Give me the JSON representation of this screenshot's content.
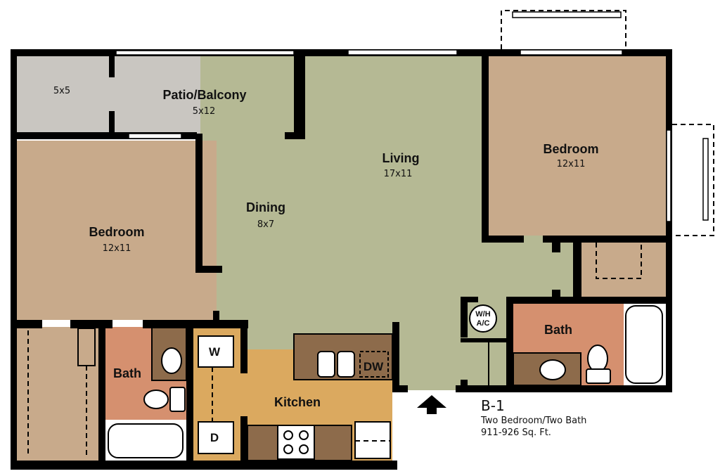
{
  "plan": {
    "rooms": {
      "patio_small": {
        "dim": "5x5"
      },
      "patio": {
        "label": "Patio/Balcony",
        "dim": "5x12"
      },
      "living": {
        "label": "Living",
        "dim": "17x11"
      },
      "dining": {
        "label": "Dining",
        "dim": "8x7"
      },
      "bedroom_left": {
        "label": "Bedroom",
        "dim": "12x11"
      },
      "bedroom_right": {
        "label": "Bedroom",
        "dim": "12x11"
      },
      "bath_left": {
        "label": "Bath"
      },
      "bath_right": {
        "label": "Bath"
      },
      "kitchen": {
        "label": "Kitchen"
      }
    },
    "fixtures": {
      "washer": "W",
      "dryer": "D",
      "dishwasher": "DW",
      "wh_line1": "W/H",
      "wh_line2": "A/C"
    },
    "colors": {
      "patio": "#c9c6c1",
      "living": "#b5b994",
      "bedroom": "#c8aa8b",
      "bath": "#d5906f",
      "vanity": "#8d6b4b",
      "kitchen": "#dba95f"
    }
  },
  "caption": {
    "unit": "B-1",
    "type": "Two Bedroom/Two Bath",
    "sqft": "911-926 Sq. Ft."
  }
}
